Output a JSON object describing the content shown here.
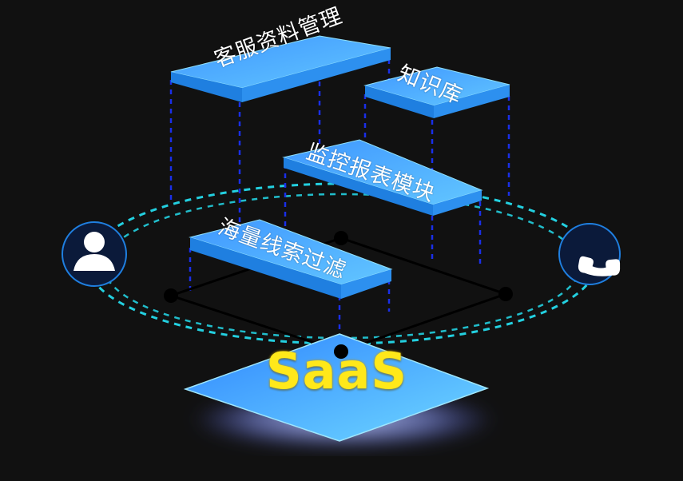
{
  "modules": [
    {
      "label": "客服资料管理"
    },
    {
      "label": "知识库"
    },
    {
      "label": "监控报表模块"
    },
    {
      "label": "海量线索过滤"
    }
  ],
  "platform": {
    "label": "SaaS"
  },
  "icons": {
    "left": "user-icon",
    "right": "phone-icon"
  },
  "colors": {
    "background": "#111111",
    "panel_top": "#4fa7ff",
    "panel_side": "#1f7fe0",
    "dashed_orbit": "#23d0e0",
    "dashed_pillar": "#1a2fe8",
    "saas_text": "#ffe81a"
  }
}
